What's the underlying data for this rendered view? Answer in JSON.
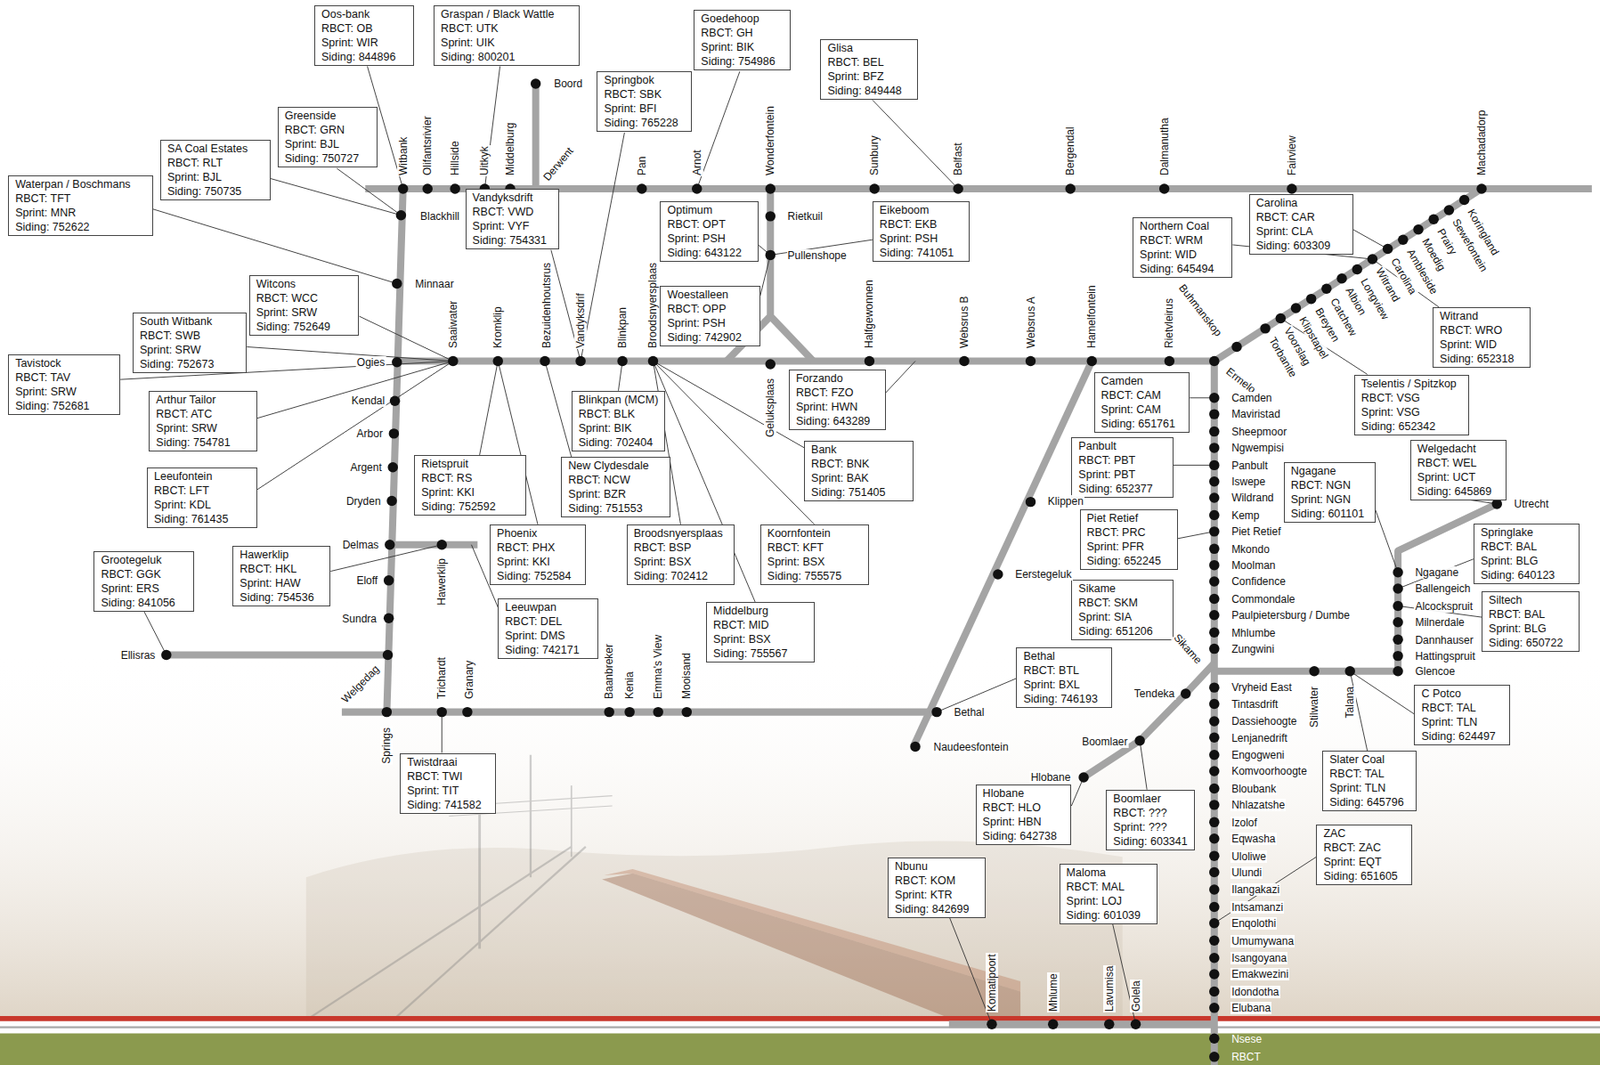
{
  "diagram": {
    "nodes": [
      {
        "text": [
          "Oos-bank",
          "RBCT: OB",
          "Sprint: WIR",
          "Siding: 844896"
        ]
      },
      {
        "text": [
          "Graspan / Black Wattle",
          "RBCT: UTK",
          "Sprint: UIK",
          "Siding: 800201"
        ]
      },
      {
        "text": [
          "Goedehoop",
          "RBCT: GH",
          "Sprint: BIK",
          "Siding: 754986"
        ]
      },
      {
        "text": [
          "Glisa",
          "RBCT: BEL",
          "Sprint: BFZ",
          "Siding: 849448"
        ]
      },
      {
        "text": [
          "Springbok",
          "RBCT: SBK",
          "Sprint: BFI",
          "Siding: 765228"
        ]
      },
      {
        "text": [
          "Greenside",
          "RBCT: GRN",
          "Sprint: BJL",
          "Siding: 750727"
        ]
      },
      {
        "text": [
          "SA Coal Estates",
          "RBCT: RLT",
          "Sprint: BJL",
          "Siding: 750735"
        ]
      },
      {
        "text": [
          "Waterpan / Boschmans",
          "RBCT: TFT",
          "Sprint: MNR",
          "Siding: 752622"
        ]
      },
      {
        "text": [
          "Vandyksdrift",
          "RBCT: VWD",
          "Sprint: VYF",
          "Siding: 754331"
        ]
      },
      {
        "text": [
          "Optimum",
          "RBCT: OPT",
          "Sprint: PSH",
          "Siding: 643122"
        ]
      },
      {
        "text": [
          "Eikeboom",
          "RBCT: EKB",
          "Sprint: PSH",
          "Siding: 741051"
        ]
      },
      {
        "text": [
          "Northern Coal",
          "RBCT: WRM",
          "Sprint: WID",
          "Siding: 645494"
        ]
      },
      {
        "text": [
          "Carolina",
          "RBCT: CAR",
          "Sprint: CLA",
          "Siding: 603309"
        ]
      },
      {
        "text": [
          "Witcons",
          "RBCT: WCC",
          "Sprint: SRW",
          "Siding: 752649"
        ]
      },
      {
        "text": [
          "Woestalleen",
          "RBCT: OPP",
          "Sprint: PSH",
          "Siding: 742902"
        ]
      },
      {
        "text": [
          "South Witbank",
          "RBCT: SWB",
          "Sprint: SRW",
          "Siding: 752673"
        ]
      },
      {
        "text": [
          "Tavistock",
          "RBCT: TAV",
          "Sprint: SRW",
          "Siding: 752681"
        ]
      },
      {
        "text": [
          "Witrand",
          "RBCT: WRO",
          "Sprint: WID",
          "Siding: 652318"
        ]
      },
      {
        "text": [
          "Arthur Tailor",
          "RBCT: ATC",
          "Sprint: SRW",
          "Siding: 754781"
        ]
      },
      {
        "text": [
          "Forzando",
          "RBCT: FZO",
          "Sprint: HWN",
          "Siding: 643289"
        ]
      },
      {
        "text": [
          "Blinkpan (MCM)",
          "RBCT: BLK",
          "Sprint: BIK",
          "Siding: 702404"
        ]
      },
      {
        "text": [
          "Camden",
          "RBCT: CAM",
          "Sprint: CAM",
          "Siding: 651761"
        ]
      },
      {
        "text": [
          "Tselentis / Spitzkop",
          "RBCT: VSG",
          "Sprint: VSG",
          "Siding: 652342"
        ]
      },
      {
        "text": [
          "Bank",
          "RBCT: BNK",
          "Sprint: BAK",
          "Siding: 751405"
        ]
      },
      {
        "text": [
          "Panbult",
          "RBCT: PBT",
          "Sprint: PBT",
          "Siding: 652377"
        ]
      },
      {
        "text": [
          "Welgedacht",
          "RBCT: WEL",
          "Sprint: UCT",
          "Siding: 645869"
        ]
      },
      {
        "text": [
          "Rietspruit",
          "RBCT: RS",
          "Sprint: KKI",
          "Siding: 752592"
        ]
      },
      {
        "text": [
          "New Clydesdale",
          "RBCT: NCW",
          "Sprint: BZR",
          "Siding: 751553"
        ]
      },
      {
        "text": [
          "Ngagane",
          "RBCT: NGN",
          "Sprint: NGN",
          "Siding: 601101"
        ]
      },
      {
        "text": [
          "Leeufontein",
          "RBCT: LFT",
          "Sprint: KDL",
          "Siding: 761435"
        ]
      },
      {
        "text": [
          "Piet Retief",
          "RBCT: PRC",
          "Sprint: PFR",
          "Siding: 652245"
        ]
      },
      {
        "text": [
          "Phoenix",
          "RBCT: PHX",
          "Sprint: KKI",
          "Siding: 752584"
        ]
      },
      {
        "text": [
          "Broodsnyersplaas",
          "RBCT: BSP",
          "Sprint: BSX",
          "Siding: 702412"
        ]
      },
      {
        "text": [
          "Koornfontein",
          "RBCT: KFT",
          "Sprint: BSX",
          "Siding: 755575"
        ]
      },
      {
        "text": [
          "Springlake",
          "RBCT: BAL",
          "Sprint: BLG",
          "Siding: 640123"
        ]
      },
      {
        "text": [
          "Grootegeluk",
          "RBCT: GGK",
          "Sprint: ERS",
          "Siding: 841056"
        ]
      },
      {
        "text": [
          "Hawerklip",
          "RBCT: HKL",
          "Sprint: HAW",
          "Siding: 754536"
        ]
      },
      {
        "text": [
          "Sikame",
          "RBCT: SKM",
          "Sprint: SIA",
          "Siding: 651206"
        ]
      },
      {
        "text": [
          "Siltech",
          "RBCT: BAL",
          "Sprint: BLG",
          "Siding: 650722"
        ]
      },
      {
        "text": [
          "Leeuwpan",
          "RBCT: DEL",
          "Sprint: DMS",
          "Siding: 742171"
        ]
      },
      {
        "text": [
          "Middelburg",
          "RBCT: MID",
          "Sprint: BSX",
          "Siding: 755567"
        ]
      },
      {
        "text": [
          "Bethal",
          "RBCT: BTL",
          "Sprint: BXL",
          "Siding: 746193"
        ]
      },
      {
        "text": [
          "C Potco",
          "RBCT: TAL",
          "Sprint: TLN",
          "Siding: 624497"
        ]
      },
      {
        "text": [
          "Slater Coal",
          "RBCT: TAL",
          "Sprint: TLN",
          "Siding: 645796"
        ]
      },
      {
        "text": [
          "Twistdraai",
          "RBCT: TWI",
          "Sprint: TIT",
          "Siding: 741582"
        ]
      },
      {
        "text": [
          "Hlobane",
          "RBCT: HLO",
          "Sprint: HBN",
          "Siding: 642738"
        ]
      },
      {
        "text": [
          "Boomlaer",
          "RBCT: ???",
          "Sprint: ???",
          "Siding: 603341"
        ]
      },
      {
        "text": [
          "ZAC",
          "RBCT: ZAC",
          "Sprint: EQT",
          "Siding: 651605"
        ]
      },
      {
        "text": [
          "Nbunu",
          "RBCT: KOM",
          "Sprint: KTR",
          "Siding: 842699"
        ]
      },
      {
        "text": [
          "Maloma",
          "RBCT: MAL",
          "Sprint: LOJ",
          "Siding: 601039"
        ]
      }
    ],
    "labels": [
      "Witbank",
      "Olifantsrivier",
      "Hillside",
      "Uitkyk",
      "Middelburg",
      "Derwent",
      "Boord",
      "Pan",
      "Arnot",
      "Wonderfontein",
      "Sunbury",
      "Belfast",
      "Bergendal",
      "Dalmanutha",
      "Fairview",
      "Machadadorp",
      "Blackhill",
      "Minnaar",
      "Ogies",
      "Kendal",
      "Arbor",
      "Argent",
      "Dryden",
      "Delmas",
      "Eloff",
      "Sundra",
      "Ellisras",
      "Welgedag",
      "Springs",
      "Saaiwater",
      "Kromklip",
      "Bezuidenhoutsrus",
      "Vandyksdrif",
      "Blinkpan",
      "Broodsnyersplaas",
      "Halfgewonnen",
      "Websrus B",
      "Websrus A",
      "Hamelfontein",
      "Rietvleirus",
      "Geluksplaas",
      "Rietkuil",
      "Pullenshope",
      "Hawerklip",
      "Trichardt",
      "Granary",
      "Baanbreker",
      "Kenia",
      "Emma's View",
      "Mooisand",
      "Bethal",
      "Klippen",
      "Eerstegeluk",
      "Naudeesfontein",
      "Buhmanskop",
      "Ermelo",
      "Torbanite",
      "Voorslag",
      "Klipstapel",
      "Breyten",
      "Catchew",
      "Albion",
      "Longview",
      "Witrand",
      "Carolina",
      "Ambleside",
      "Moedig",
      "Prairy",
      "Sewefontein",
      "Koringland",
      "Camden",
      "Maviristad",
      "Sheepmoor",
      "Ngwempisi",
      "Panbult",
      "Iswepe",
      "Wildrand",
      "Kemp",
      "Piet Retief",
      "Mkondo",
      "Moolman",
      "Confidence",
      "Commondale",
      "Paulpietersburg / Dumbe",
      "Mhlumbe",
      "Zungwini",
      "Sikame",
      "Vryheid East",
      "Tintasdrift",
      "Dassiehoogte",
      "Lenjanedrift",
      "Engogweni",
      "Komvoorhoogte",
      "Bloubank",
      "Nhlazatshe",
      "Izolof",
      "Eqwasha",
      "Uloliwe",
      "Ulundi",
      "Ilangakazi",
      "Intsamanzi",
      "Enqolothi",
      "Umumywana",
      "Isangoyana",
      "Emakwezini",
      "Idondotha",
      "Elubana",
      "Nsese",
      "RBCT",
      "Ngagane",
      "Ballengeich",
      "Alcockspruit",
      "Milnerdale",
      "Dannhauser",
      "Hattingspruit",
      "Glencoe",
      "Utrecht",
      "Stilwater",
      "Talana",
      "Tendeka",
      "Boomlaer",
      "Hlobane",
      "Komatipoort",
      "Mhlume",
      "Lavumisa",
      "Golela"
    ]
  }
}
